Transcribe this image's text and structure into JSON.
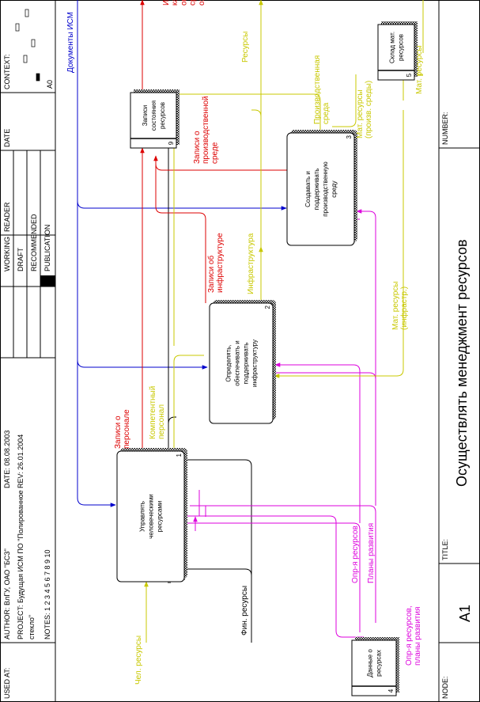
{
  "header": {
    "used_at": "USED AT:",
    "author": "AUTHOR:  ВлГУ, ОАО \"БСЗ\"",
    "project_line1": "PROJECT:  Будущая ИСМ ПО \"Полированное",
    "project_line2": "стекло\"",
    "notes": "NOTES:  1  2  3  4  5  6  7  8  9  10",
    "date": "DATE:  08.08.2003",
    "rev": "REV:    26.01.2004",
    "status_labels": [
      "WORKING",
      "DRAFT",
      "RECOMMENDED",
      "PUBLICATION"
    ],
    "reader": "READER",
    "date_col": "DATE",
    "context": "CONTEXT:",
    "context_node": "A0"
  },
  "footer": {
    "node_label": "NODE:",
    "node_value": "A1",
    "title_label": "TITLE:",
    "title_value": "Осуществлять менеджмент ресурсов",
    "number_label": "NUMBER:"
  },
  "activities": [
    {
      "num": "1",
      "lines": [
        "Управлять",
        "человеческими",
        "ресурсами"
      ]
    },
    {
      "num": "2",
      "lines": [
        "Определять,",
        "обеспечивать и",
        "поддерживать",
        "инфраструктуру"
      ]
    },
    {
      "num": "3",
      "lines": [
        "Создавать и",
        "поддерживать",
        "производственную",
        "среду"
      ]
    }
  ],
  "stores": [
    {
      "num": "4",
      "lines": [
        "Данные о",
        "ресурсах"
      ]
    },
    {
      "num": "5",
      "lines": [
        "Склад мат.",
        "ресурсов"
      ]
    },
    {
      "num": "9",
      "lines": [
        "Записи",
        "состояния",
        "ресурсов"
      ]
    }
  ],
  "arrow_labels": {
    "doc_ism": "Документы ИСМ",
    "chel_resursy": "Чел. ресурсы",
    "fin_resursy": "Фин. ресурсы",
    "opr_resursov": "Опр-я ресурсов",
    "plany_razvitiya": "Планы развития",
    "opr_plany": [
      "Опр-я ресурсов,",
      "планы развития"
    ],
    "zapisi_personal": [
      "Записи о",
      "персонале"
    ],
    "kompetentny": [
      "Компетентный",
      "персонал"
    ],
    "zapisi_infra": [
      "Записи об",
      "инфраструктуре"
    ],
    "infrastruktura": "Инфраструктура",
    "mat_infra": [
      "Мат. ресурсы",
      "(инфрастр.)"
    ],
    "zapisi_sreda": [
      "Записи о",
      "производственной",
      "среде"
    ],
    "proizv_sreda": [
      "Производственная",
      "среда"
    ],
    "mat_sreda": [
      "Мат. ресурсы",
      "(произв. среды)"
    ],
    "resursy": "Ресурсы",
    "informaciya": [
      "Информация о",
      "качестве,",
      "окружающей",
      "среде и",
      "охране труда"
    ],
    "mat_resursy": "Мат. ресурсы"
  },
  "colors": {
    "blue": "#0000cc",
    "red": "#dd0000",
    "magenta": "#dd00dd",
    "olive": "#c8c800",
    "black": "#000000"
  }
}
